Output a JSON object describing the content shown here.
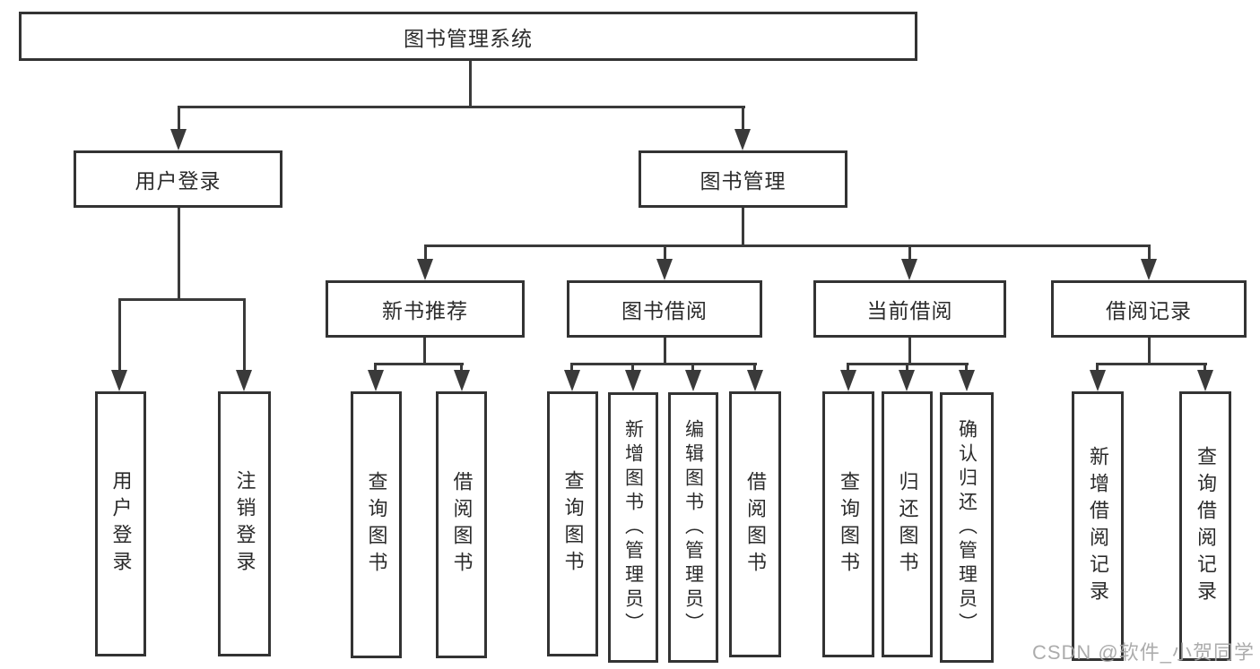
{
  "diagram": {
    "root": {
      "label": "图书管理系统"
    },
    "level2": {
      "user_login": {
        "label": "用户登录"
      },
      "book_mgmt": {
        "label": "图书管理"
      }
    },
    "level3": {
      "new_book": {
        "label": "新书推荐"
      },
      "book_borrow": {
        "label": "图书借阅"
      },
      "current_borrow": {
        "label": "当前借阅"
      },
      "borrow_record": {
        "label": "借阅记录"
      }
    },
    "leaves": {
      "user_login": [
        "用户登录",
        "注销登录"
      ],
      "new_book": [
        "查询图书",
        "借阅图书"
      ],
      "book_borrow": [
        "查询图书",
        "新增图书（管理员）",
        "编辑图书（管理员）",
        "借阅图书"
      ],
      "current_borrow": [
        "查询图书",
        "归还图书",
        "确认归还（管理员）"
      ],
      "borrow_record": [
        "新增借阅记录",
        "查询借阅记录"
      ]
    }
  },
  "watermark": "CSDN @软件_小贺同学",
  "colors": {
    "line": "#3a3a3a",
    "border": "#333333",
    "text": "#2b2b2b",
    "watermark": "#a5a5a5",
    "background": "#ffffff"
  }
}
